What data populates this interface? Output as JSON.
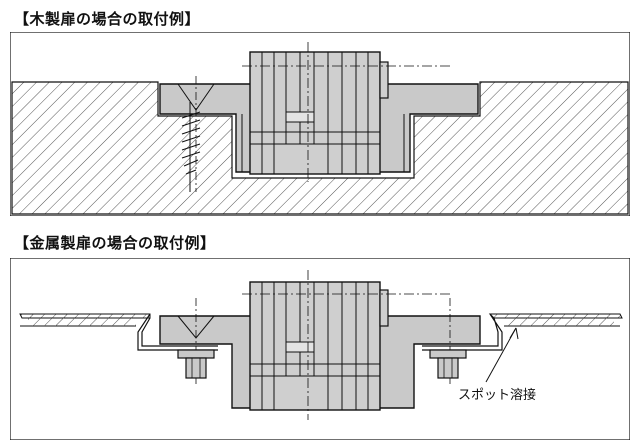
{
  "diagrams": [
    {
      "title": "【木製扉の場合の取付例】"
    },
    {
      "title": "【金属製扉の場合の取付例】",
      "callout": "スポット溶接"
    }
  ],
  "colors": {
    "line": "#111111",
    "part_fill": "#c9c9c9",
    "hatch": "#555555",
    "background": "#ffffff"
  }
}
